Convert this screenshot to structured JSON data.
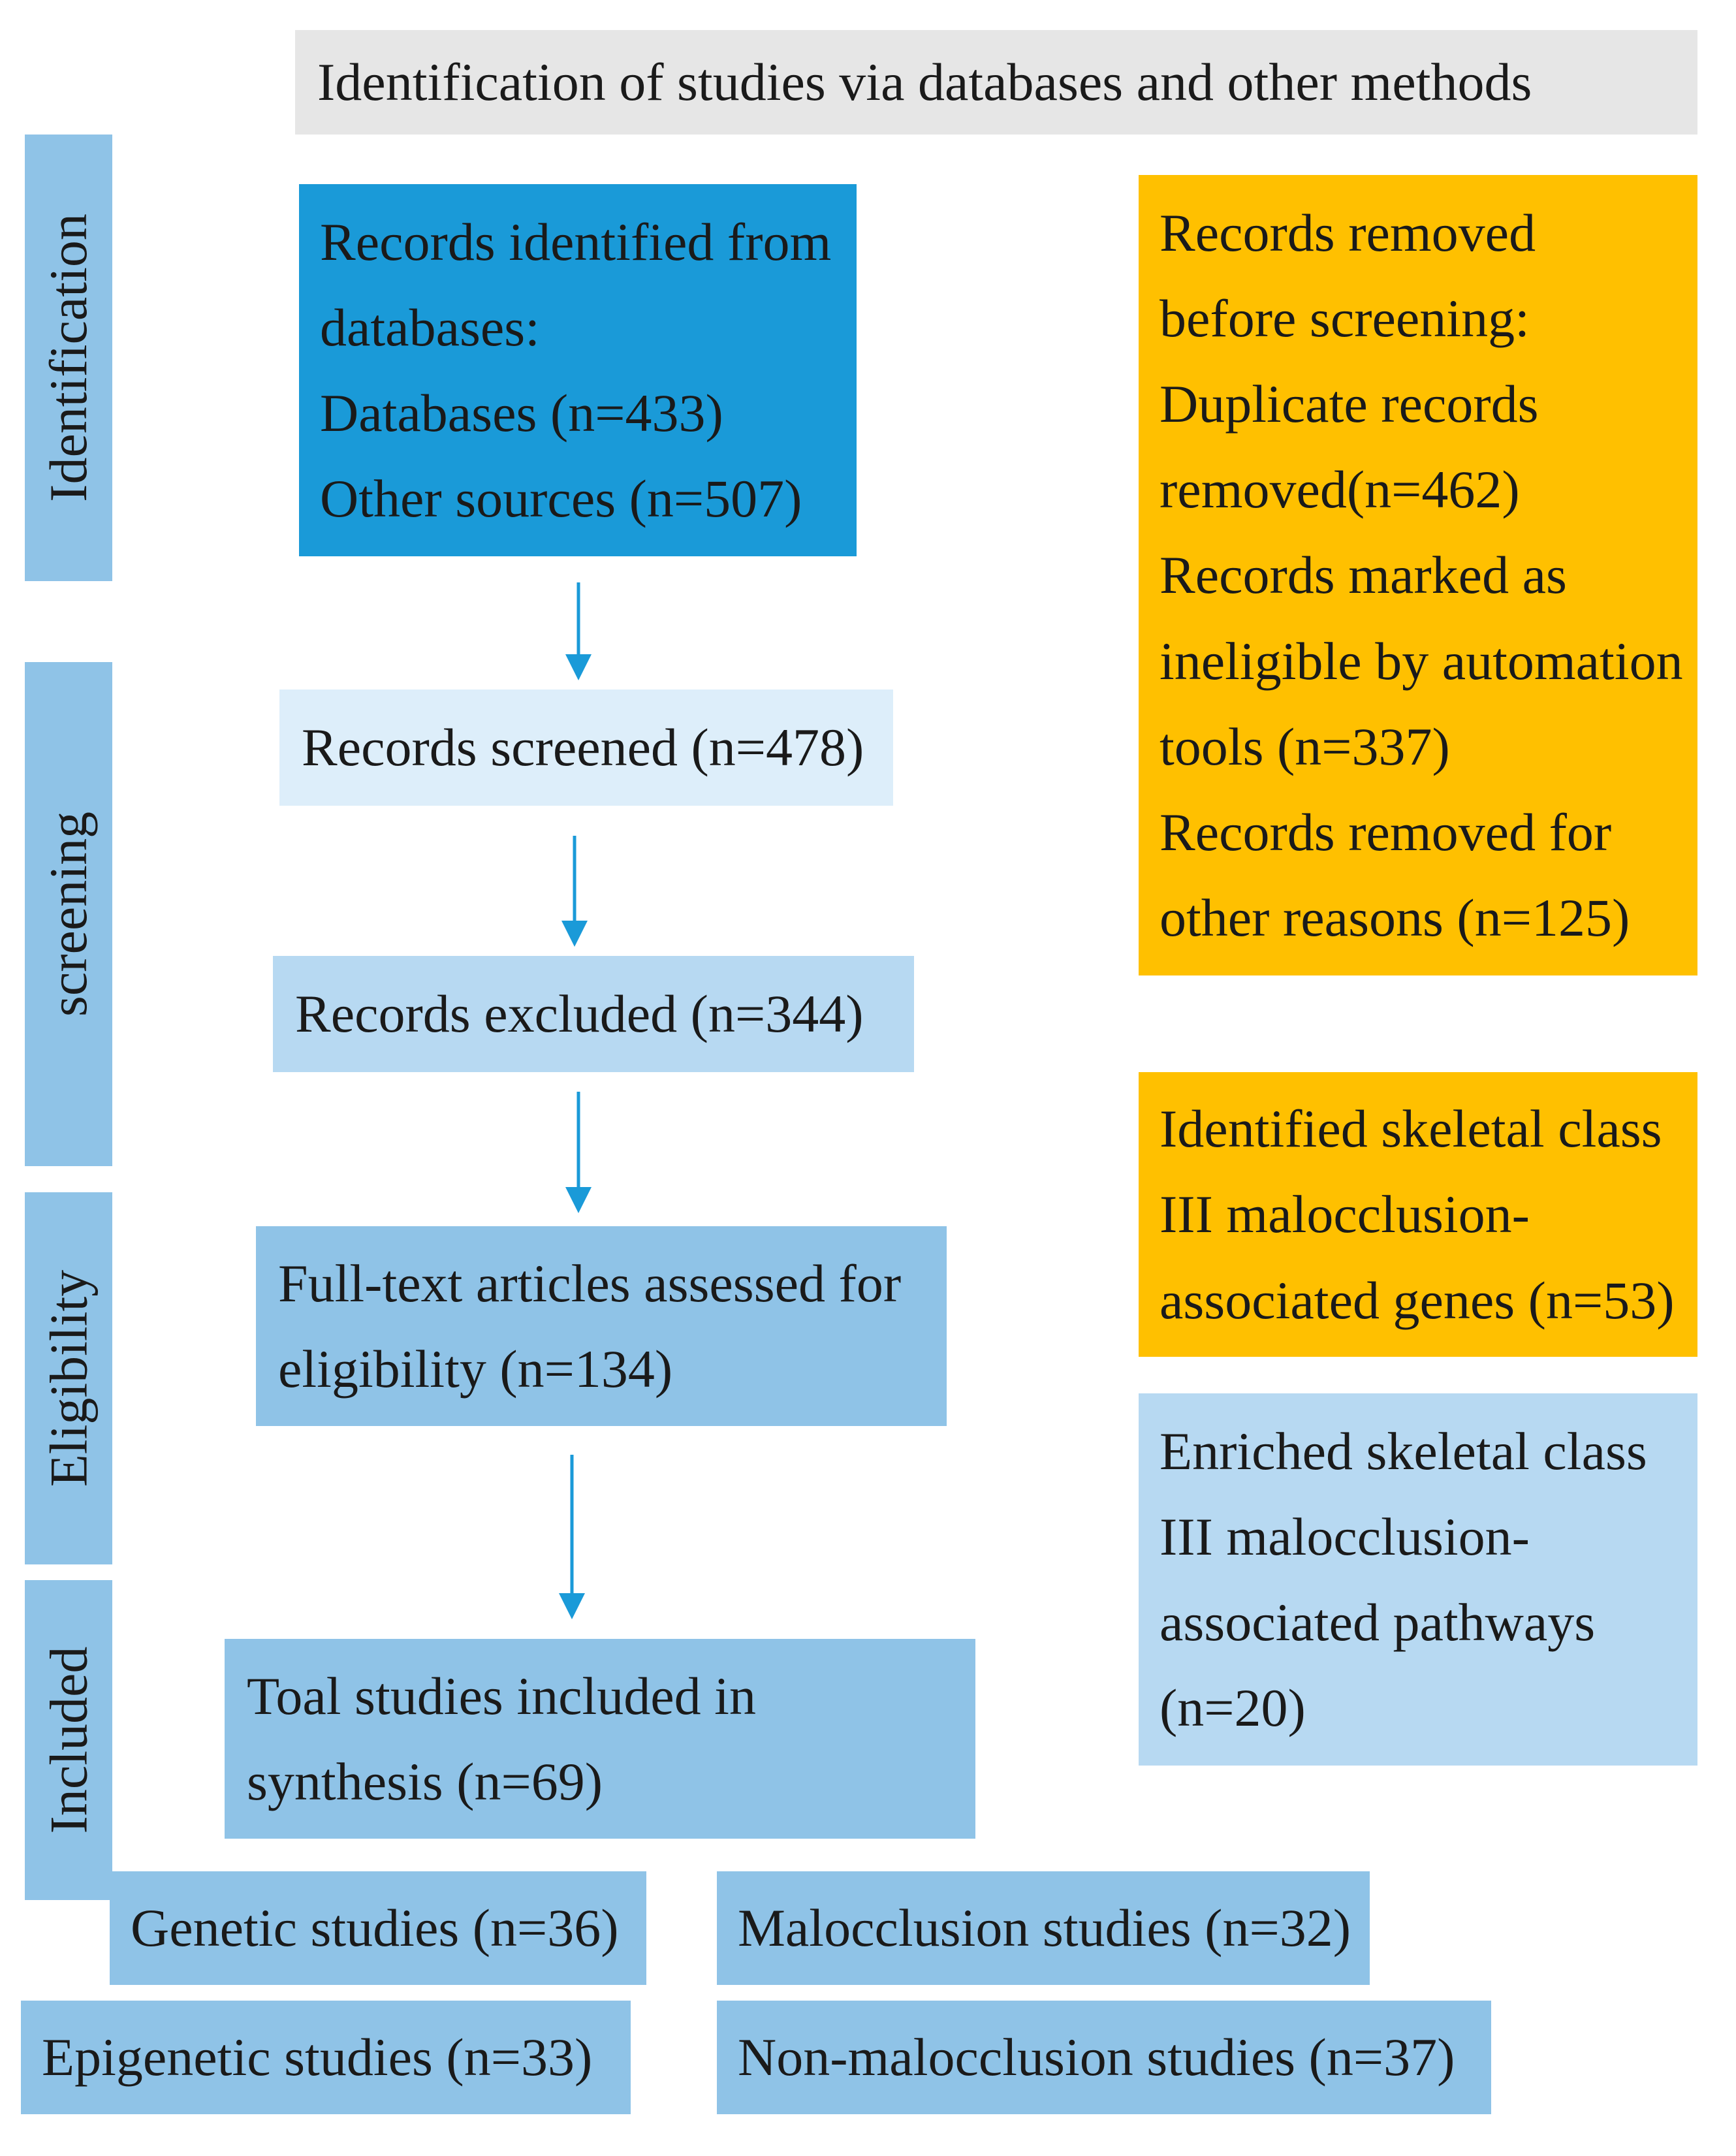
{
  "header": {
    "title": "Identification of studies via databases and other methods"
  },
  "phases": {
    "identification": "Identification",
    "screening": "screening",
    "eligibility": "Eligibility",
    "included": "Included"
  },
  "boxes": {
    "records_identified": [
      "Records identified from",
      "databases:",
      "Databases (n=433)",
      "Other sources (n=507)"
    ],
    "records_screened": "Records screened (n=478)",
    "records_excluded": "Records excluded (n=344)",
    "full_text": [
      "Full-text articles assessed for",
      "eligibility (n=134)"
    ],
    "total_included": [
      "Toal studies included in",
      "synthesis (n=69)"
    ],
    "removed_before_screening": [
      "Records removed",
      "before screening:",
      "Duplicate records",
      "removed(n=462)",
      "Records marked as",
      "ineligible by automation",
      "tools (n=337)",
      "Records removed for",
      "other reasons (n=125)"
    ],
    "identified_genes": [
      "Identified skeletal class",
      "III malocclusion-",
      "associated genes (n=53)"
    ],
    "enriched_pathways": [
      "Enriched skeletal class",
      "III malocclusion-",
      "associated pathways",
      "(n=20)"
    ],
    "genetic": "Genetic studies (n=36)",
    "malocclusion": "Malocclusion studies (n=32)",
    "epigenetic": "Epigenetic studies (n=33)",
    "non_malocclusion": "Non-malocclusion studies (n=37)"
  },
  "colors": {
    "header_bg": "#e6e6e6",
    "dark_blue": "#1a9ad8",
    "mid_blue": "#8fc3e7",
    "light_blue": "#b7d9f2",
    "pale_blue": "#ddeefa",
    "amber": "#ffc000",
    "arrow": "#1a9ad8"
  }
}
